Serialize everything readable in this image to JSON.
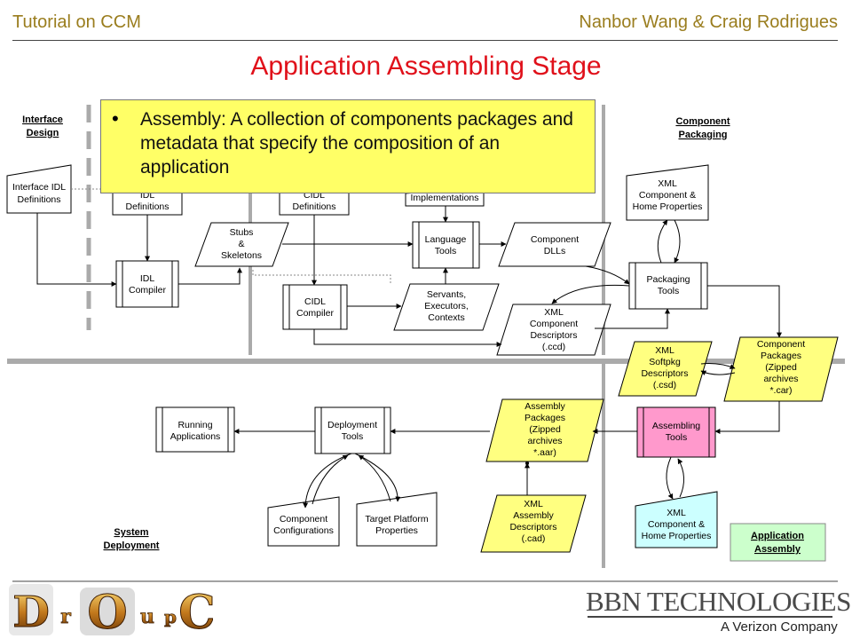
{
  "header": {
    "left": "Tutorial on CCM",
    "right": "Nanbor Wang & Craig Rodrigues"
  },
  "title": "Application Assembling Stage",
  "callout": {
    "bullet": "•",
    "text": "Assembly: A collection of components packages and metadata that specify the composition of an application"
  },
  "sections": {
    "interface_design": [
      "Interface",
      "Design"
    ],
    "component_packaging": [
      "Component",
      "Packaging"
    ],
    "system_deployment": [
      "System",
      "Deployment"
    ],
    "application_assembly": [
      "Application",
      "Assembly"
    ]
  },
  "nodes": {
    "interface_idl": [
      "Interface IDL",
      "Definitions"
    ],
    "idl_defs": [
      "IDL",
      "Definitions"
    ],
    "cidl_defs": [
      "CIDL",
      "Definitions"
    ],
    "impl": [
      "Implementations"
    ],
    "stubs": [
      "Stubs",
      "&",
      "Skeletons"
    ],
    "idl_compiler": [
      "IDL",
      "Compiler"
    ],
    "language_tools": [
      "Language",
      "Tools"
    ],
    "component_dlls": [
      "Component",
      "DLLs"
    ],
    "xml_comp_home_top": [
      "XML",
      "Component &",
      "Home Properties"
    ],
    "packaging_tools": [
      "Packaging",
      "Tools"
    ],
    "cidl_compiler": [
      "CIDL",
      "Compiler"
    ],
    "servants": [
      "Servants,",
      "Executors,",
      "Contexts"
    ],
    "xml_comp_desc": [
      "XML",
      "Component",
      "Descriptors",
      "(.ccd)"
    ],
    "xml_softpkg": [
      "XML",
      "Softpkg",
      "Descriptors",
      "(.csd)"
    ],
    "comp_packages": [
      "Component",
      "Packages",
      "(Zipped",
      "archives",
      "*.car)"
    ],
    "running_apps": [
      "Running",
      "Applications"
    ],
    "deploy_tools": [
      "Deployment",
      "Tools"
    ],
    "assembly_packages": [
      "Assembly",
      "Packages",
      "(Zipped",
      "archives",
      "*.aar)"
    ],
    "assembling_tools": [
      "Assembling",
      "Tools"
    ],
    "comp_configs": [
      "Component",
      "Configurations"
    ],
    "target_platform": [
      "Target Platform",
      "Properties"
    ],
    "xml_assembly_desc": [
      "XML",
      "Assembly",
      "Descriptors",
      "(.cad)"
    ],
    "xml_comp_home_bottom": [
      "XML",
      "Component &",
      "Home Properties"
    ]
  },
  "footer": {
    "logo_letters": [
      "D",
      "r",
      "O",
      "u",
      "C"
    ],
    "logo_small": "p",
    "company": "BBN TECHNOLOGIES",
    "tagline": "A Verizon Company"
  },
  "colors": {
    "header": "#9a7d1e",
    "title": "#e0101a",
    "yellow": "#ffff80",
    "pink": "#ff99cc",
    "cyan": "#ccffff",
    "green": "#ccffcc"
  }
}
